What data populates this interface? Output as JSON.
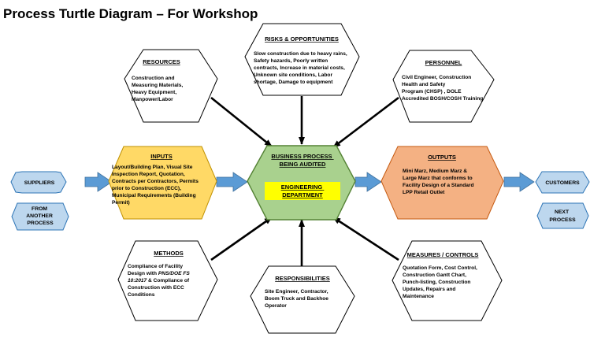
{
  "title": "Process Turtle Diagram – For Workshop",
  "colors": {
    "center_fill": "#a9d18e",
    "inputs_fill": "#ffd966",
    "outputs_fill": "#f4b183",
    "side_box_fill": "#bdd7ee",
    "arrow_blue": "#5b9bd5",
    "highlight": "#ffff00"
  },
  "center": {
    "heading_lines": [
      "BUSINESS PROCESS",
      "BEING AUDITED"
    ],
    "department_lines": [
      "ENGINEERING",
      "DEPARTMENT"
    ]
  },
  "resources": {
    "heading": "RESOURCES",
    "lines": [
      "Construction and",
      "Measuring Materials,",
      "Heavy Equipment,",
      "Manpower/Labor"
    ]
  },
  "risks": {
    "heading": "RISKS & OPPORTUNITIES",
    "lines": [
      "Slow construction due to heavy rains,",
      "Safety hazards, Poorly written",
      "contracts, Increase in material costs,",
      "Unknown site conditions, Labor",
      "shortage, Damage to equipment"
    ]
  },
  "personnel": {
    "heading": "PERSONNEL",
    "lines": [
      "Civil Engineer, Construction",
      "Health and Safety",
      "Program (CHSP) , DOLE",
      "Accredited BOSH/COSH Training"
    ]
  },
  "inputs": {
    "heading": "INPUTS",
    "lines": [
      "Layout/Building Plan, Visual Site",
      "Inspection Report, Quotation,",
      "Contracts per Contractors, Permits",
      "prior to Construction (ECC),",
      "Municipal Requirements (Building",
      "Permit)"
    ]
  },
  "outputs": {
    "heading": "OUTPUTS",
    "lines": [
      "Mini Marz, Medium Marz &",
      "Large Marz that conforms to",
      "Facility Design of a Standard",
      "LPP Retail Outlet"
    ]
  },
  "methods": {
    "heading": "METHODS",
    "line1": "Compliance of Facility",
    "line2_a": "Design with ",
    "line2_b": "PNS/DOE FS",
    "line3_a": "10:2017",
    "line3_b": " & Compliance of",
    "line4": "Construction with ECC",
    "line5": "Conditions"
  },
  "responsibilities": {
    "heading": "RESPONSIBILITIES",
    "lines": [
      "Site Engineer, Contractor,",
      "Boom Truck and Backhoe",
      "Operator"
    ]
  },
  "measures": {
    "heading": "MEASURES / CONTROLS",
    "lines": [
      "Quotation Form, Cost Control,",
      "Construction Gantt Chart,",
      "Punch-listing, Construction",
      "Updates, Repairs and",
      "Maintenance"
    ]
  },
  "suppliers": {
    "label": "SUPPLIERS"
  },
  "from_another": {
    "lines": [
      "FROM",
      "ANOTHER",
      "PROCESS"
    ]
  },
  "customers": {
    "label": "CUSTOMERS"
  },
  "next_process": {
    "lines": [
      "NEXT",
      "PROCESS"
    ]
  }
}
